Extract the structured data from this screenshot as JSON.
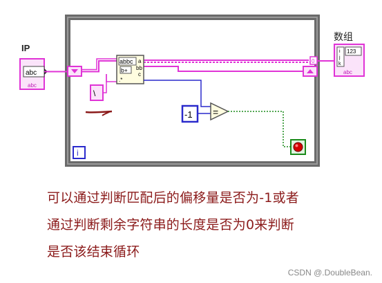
{
  "labels": {
    "ip_control": "IP",
    "array_indicator": "数组"
  },
  "blocks": {
    "ip_str_tag": "abc",
    "ip_abc_tag": "abc",
    "func_top": "abbc",
    "func_mid": "b+",
    "func_out_a": "a",
    "func_out_bb": "bb",
    "func_out_c": "c",
    "const_minus1": "-1",
    "equal_symbol": "=",
    "loop_index": "i",
    "array_num": "123",
    "array_idx_i": "i",
    "array_idx_j": "j",
    "array_idx_k": "k",
    "array_abc": "abc",
    "tunnel_out": "0"
  },
  "caption": {
    "line1": "可以通过判断匹配后的偏移量是否为-1或者",
    "line2": "通过判断剩余字符串的长度是否为0来判断",
    "line3": "是否该结束循环"
  },
  "watermark": "CSDN @.DoubleBean.",
  "colors": {
    "loop_border": "#6b6b6b",
    "string_wire": "#e033d6",
    "number_wire": "#2a2acc",
    "boolean_wire": "#1a8a1a",
    "caption": "#8b1a1a"
  }
}
